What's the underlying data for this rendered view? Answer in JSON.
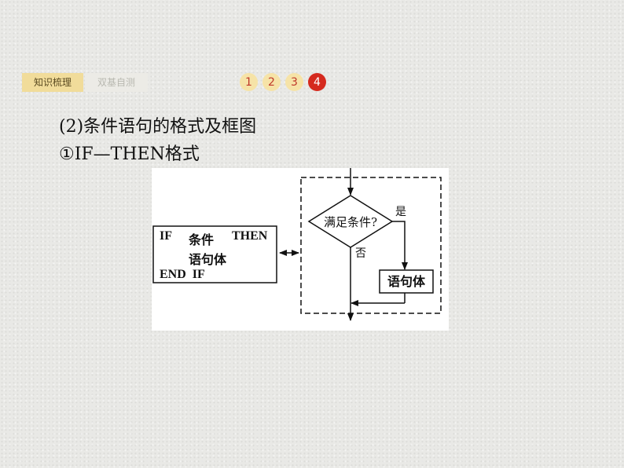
{
  "nav": {
    "tabs": [
      {
        "label": "知识梳理",
        "active": true
      },
      {
        "label": "双基自测",
        "active": false
      }
    ],
    "pages": [
      "1",
      "2",
      "3",
      "4"
    ],
    "current_page": "4"
  },
  "content": {
    "heading1": "(2)条件语句的格式及框图",
    "heading2": "①IF—THEN格式"
  },
  "diagram": {
    "code": {
      "line1_if": "IF",
      "line1_cond": "条件",
      "line1_then": "THEN",
      "line2": "语句体",
      "line3": "END  IF"
    },
    "flow": {
      "decision": "满足条件?",
      "yes_label": "是",
      "no_label": "否",
      "process": "语句体"
    }
  },
  "colors": {
    "accent_red": "#d52a1e",
    "tab_active_bg": "#f1dc9a"
  }
}
